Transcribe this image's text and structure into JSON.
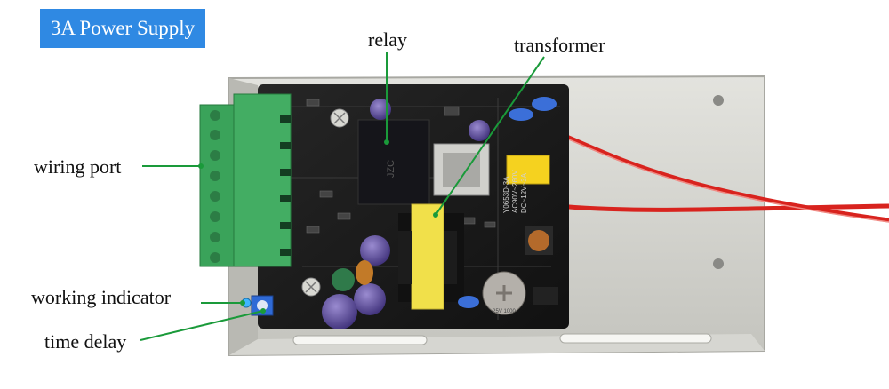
{
  "title_badge": {
    "text": "3A Power Supply",
    "color": "#2f89e3"
  },
  "callouts": {
    "relay": "relay",
    "transformer": "transformer",
    "wiring_port": "wiring port",
    "working_indicator": "working indicator",
    "time_delay": "time delay"
  },
  "pcb_markings": {
    "model": "Y0653D-3A",
    "input": "AC90V~260V",
    "output": "DC~12V~3A",
    "capacitor": "25V 1000"
  },
  "colors": {
    "leader_line": "#1a9a3a",
    "pcb": "#1c1c1c",
    "enclosure": "#cfcfc9",
    "terminal_block": "#3aa35a",
    "transformer": "#f1e04a",
    "wire": "#d8231e"
  }
}
